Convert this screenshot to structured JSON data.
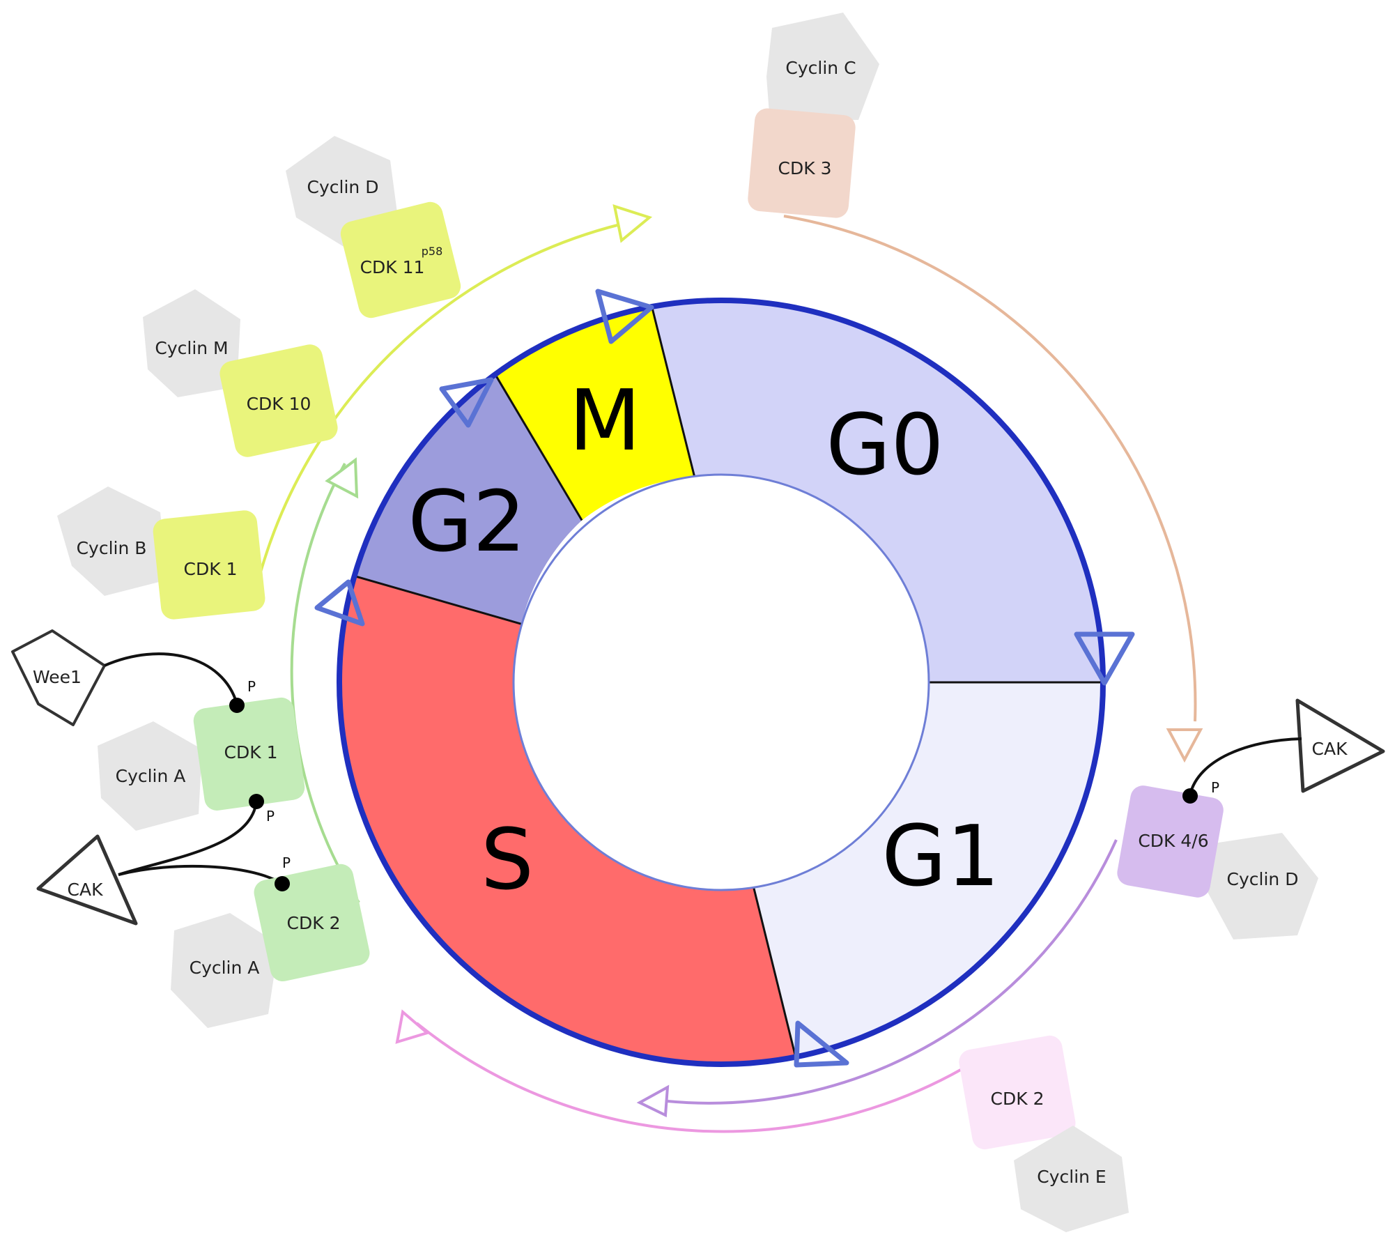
{
  "phases": {
    "g0": "G0",
    "g1": "G1",
    "s": "S",
    "g2": "G2",
    "m": "M"
  },
  "proteins": {
    "cyclin_c": "Cyclin C",
    "cdk3": "CDK 3",
    "cyclin_d_top": "Cyclin D",
    "cdk11": "CDK 11",
    "cdk11_sup": "p58",
    "cyclin_m": "Cyclin M",
    "cdk10": "CDK 10",
    "cyclin_b": "Cyclin B",
    "cdk1_b": "CDK 1",
    "wee1": "Wee1",
    "cdk1_a": "CDK 1",
    "cyclin_a_1": "Cyclin A",
    "cak_left": "CAK",
    "cdk2_a": "CDK 2",
    "cyclin_a_2": "Cyclin A",
    "cak_right": "CAK",
    "cdk46": "CDK 4/6",
    "cyclin_d_right": "Cyclin D",
    "cdk2_e": "CDK 2",
    "cyclin_e": "Cyclin E"
  },
  "phospho": {
    "p_wee1": "P",
    "p_cak_cdk1": "P",
    "p_cak_cdk2": "P",
    "p_cak_cdk46": "P"
  },
  "colors": {
    "ring_border": "#1f2fbf",
    "g0": "#d2d3f8",
    "g1": "#eeeffc",
    "s": "#ff6b6b",
    "g2": "#9c9cdc",
    "m": "#ffff00",
    "cyclin_grey": "#e6e6e6",
    "cdk3": "#f2d7cb",
    "cdk_yellow": "#e9f47c",
    "cdk_green": "#c4ecb8",
    "cdk46": "#d6bcee",
    "cdk2_e": "#fbe6f9",
    "arrow_cdk3": "#e6b79a",
    "arrow_yellow": "#dcec55",
    "arrow_green": "#a6dc90",
    "arrow_purple": "#b88ddc",
    "arrow_pink": "#ec98e0"
  }
}
